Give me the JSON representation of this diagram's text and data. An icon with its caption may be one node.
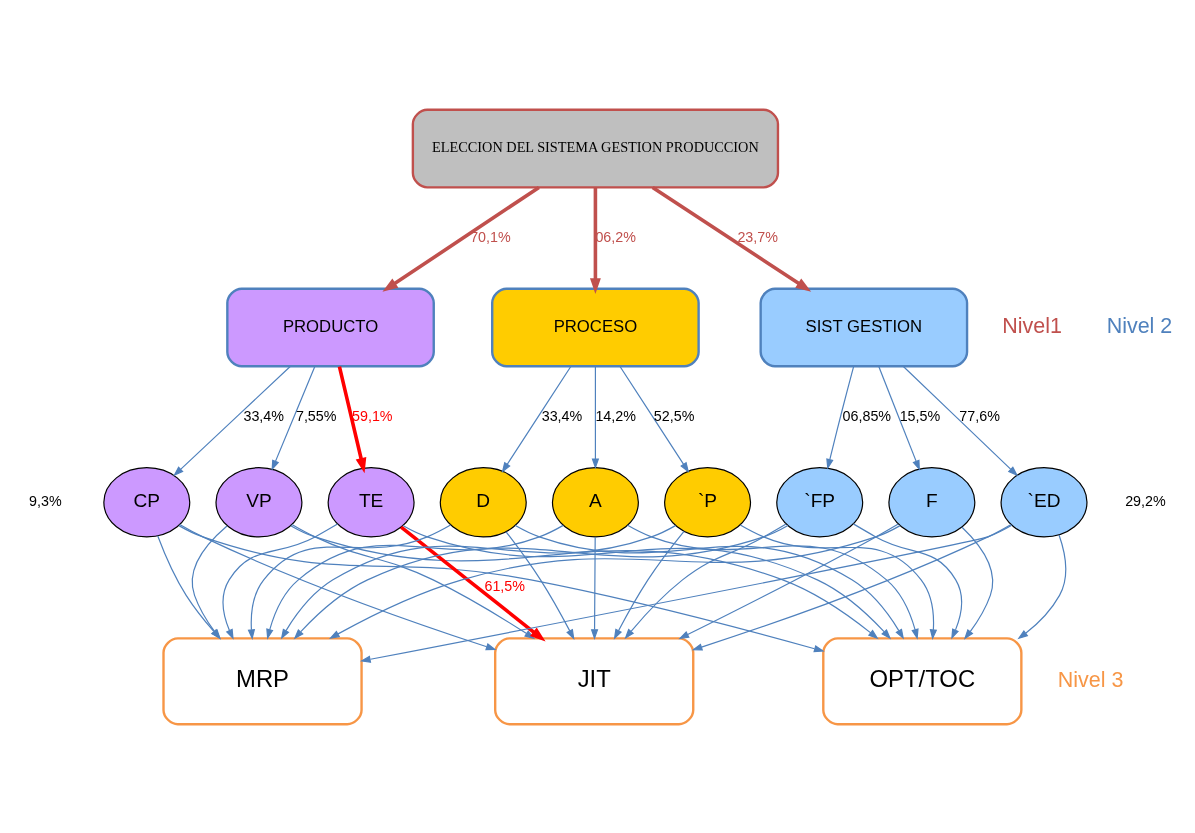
{
  "diagram": {
    "nodes": [
      {
        "text": [
          "ELECCION DEL SISTEMA GESTION PRODUCCION"
        ]
      },
      {
        "text": [
          "PRODUCTO"
        ]
      },
      {
        "text": [
          "PROCESO"
        ]
      },
      {
        "text": [
          "SIST GESTION"
        ]
      },
      {
        "text": [
          "VP"
        ]
      },
      {
        "text": [
          "CP"
        ]
      },
      {
        "text": [
          "TE"
        ]
      },
      {
        "text": [
          "A"
        ]
      },
      {
        "text": [
          "D"
        ]
      },
      {
        "text": [
          "`P"
        ]
      },
      {
        "text": [
          "F"
        ]
      },
      {
        "text": [
          "`FP"
        ]
      },
      {
        "text": [
          "`ED"
        ]
      },
      {
        "text": [
          "MRP"
        ]
      },
      {
        "text": [
          "JIT"
        ]
      },
      {
        "text": [
          "OPT/TOC"
        ]
      }
    ],
    "edges": [
      {
        "from": 0,
        "to": 1,
        "arrow": "to",
        "label": "70,1%",
        "style": "thick",
        "color": "#c0504d"
      },
      {
        "from": 0,
        "to": 2,
        "arrow": "to",
        "label": "06,2%",
        "style": "thick",
        "color": "#c0504d"
      },
      {
        "from": 0,
        "to": 3,
        "arrow": "to",
        "label": "23,7%",
        "style": "thick",
        "color": "#c0504d"
      },
      {
        "from": 1,
        "to": 4,
        "arrow": "to",
        "label": "7,55%"
      },
      {
        "from": 1,
        "to": 5,
        "arrow": "to",
        "label": "33,4%"
      },
      {
        "from": 1,
        "to": 6,
        "arrow": "to",
        "label": "59,1%",
        "style": "thick",
        "color": "#ff0000"
      },
      {
        "from": 2,
        "to": 7,
        "arrow": "to",
        "label": "14,2%"
      },
      {
        "from": 2,
        "to": 8,
        "arrow": "to",
        "label": "33,4%"
      },
      {
        "from": 2,
        "to": 9,
        "arrow": "to",
        "label": "52,5%"
      },
      {
        "from": 3,
        "to": 10,
        "arrow": "to",
        "label": "15,5%"
      },
      {
        "from": 3,
        "to": 11,
        "arrow": "to",
        "label": "06,85%"
      },
      {
        "from": 3,
        "to": 12,
        "arrow": "to",
        "label": "77,6%"
      },
      {
        "from": 4,
        "to": 13,
        "arrow": "to"
      },
      {
        "from": 4,
        "to": 14,
        "arrow": "to"
      },
      {
        "from": 4,
        "to": 15,
        "arrow": "to"
      },
      {
        "from": 5,
        "to": 13,
        "arrow": "to"
      },
      {
        "from": 5,
        "to": 14,
        "arrow": "to"
      },
      {
        "from": 5,
        "to": 15,
        "arrow": "to"
      },
      {
        "from": 6,
        "to": 13,
        "arrow": "to"
      },
      {
        "from": 6,
        "to": 14,
        "arrow": "to",
        "label": "61,5%",
        "style": "thick",
        "color": "#ff0000"
      },
      {
        "from": 6,
        "to": 15,
        "arrow": "to"
      },
      {
        "from": 7,
        "to": 13,
        "arrow": "to"
      },
      {
        "from": 7,
        "to": 14,
        "arrow": "to"
      },
      {
        "from": 7,
        "to": 15,
        "arrow": "to"
      },
      {
        "from": 8,
        "to": 13,
        "arrow": "to"
      },
      {
        "from": 8,
        "to": 14,
        "arrow": "to"
      },
      {
        "from": 8,
        "to": 15,
        "arrow": "to"
      },
      {
        "from": 9,
        "to": 13,
        "arrow": "to"
      },
      {
        "from": 9,
        "to": 14,
        "arrow": "to"
      },
      {
        "from": 9,
        "to": 15,
        "arrow": "to"
      },
      {
        "from": 10,
        "to": 13,
        "arrow": "to"
      },
      {
        "from": 10,
        "to": 14,
        "arrow": "to"
      },
      {
        "from": 10,
        "to": 15,
        "arrow": "to"
      },
      {
        "from": 11,
        "to": 13,
        "arrow": "to"
      },
      {
        "from": 11,
        "to": 14,
        "arrow": "to"
      },
      {
        "from": 11,
        "to": 15,
        "arrow": "to"
      },
      {
        "from": 12,
        "to": 13,
        "arrow": "to"
      },
      {
        "from": 12,
        "to": 14,
        "arrow": "to"
      },
      {
        "from": 12,
        "to": 15,
        "arrow": "to"
      }
    ],
    "labels": [
      "Nivel1",
      "Nivel 2",
      "9,3%",
      "Nivel 3",
      "29,2%"
    ]
  }
}
